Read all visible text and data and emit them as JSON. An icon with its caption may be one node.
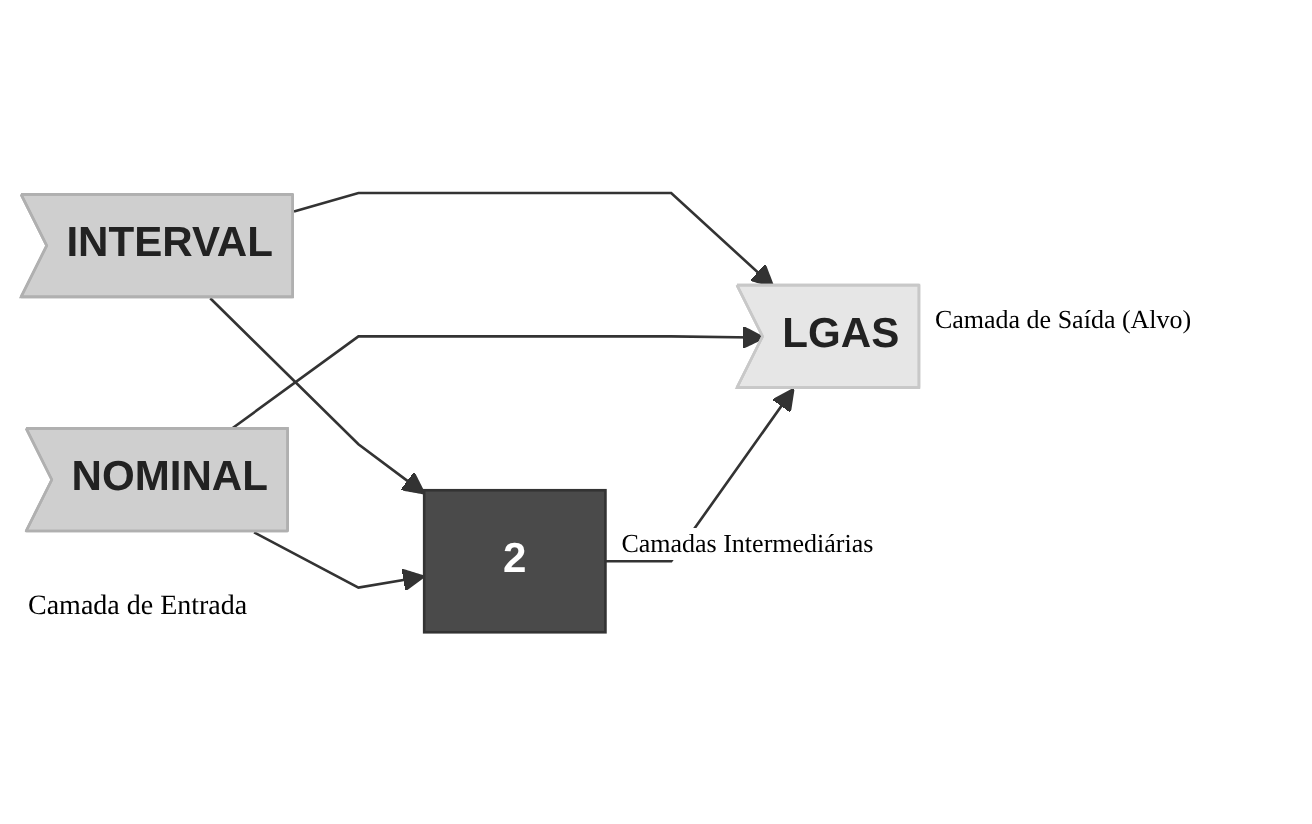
{
  "diagram": {
    "nodes": [
      {
        "text": [
          "INTERVAL"
        ]
      },
      {
        "text": [
          "NOMINAL"
        ]
      },
      {
        "text": [
          "LGAS"
        ],
        "beside": [
          "Camada de Saída (Alvo)"
        ]
      },
      {
        "text": [
          "2"
        ],
        "beside": [
          "Camadas Intermediárias"
        ]
      }
    ],
    "edges": [
      {
        "from": 0,
        "to": 2,
        "arrow": "to"
      },
      {
        "from": 0,
        "to": 3,
        "arrow": "to"
      },
      {
        "from": 1,
        "to": 2,
        "arrow": "to"
      },
      {
        "from": 1,
        "to": 3,
        "arrow": "to"
      },
      {
        "from": 3,
        "to": 2,
        "arrow": "to"
      }
    ],
    "labels": [
      "Camada de Entrada"
    ]
  }
}
